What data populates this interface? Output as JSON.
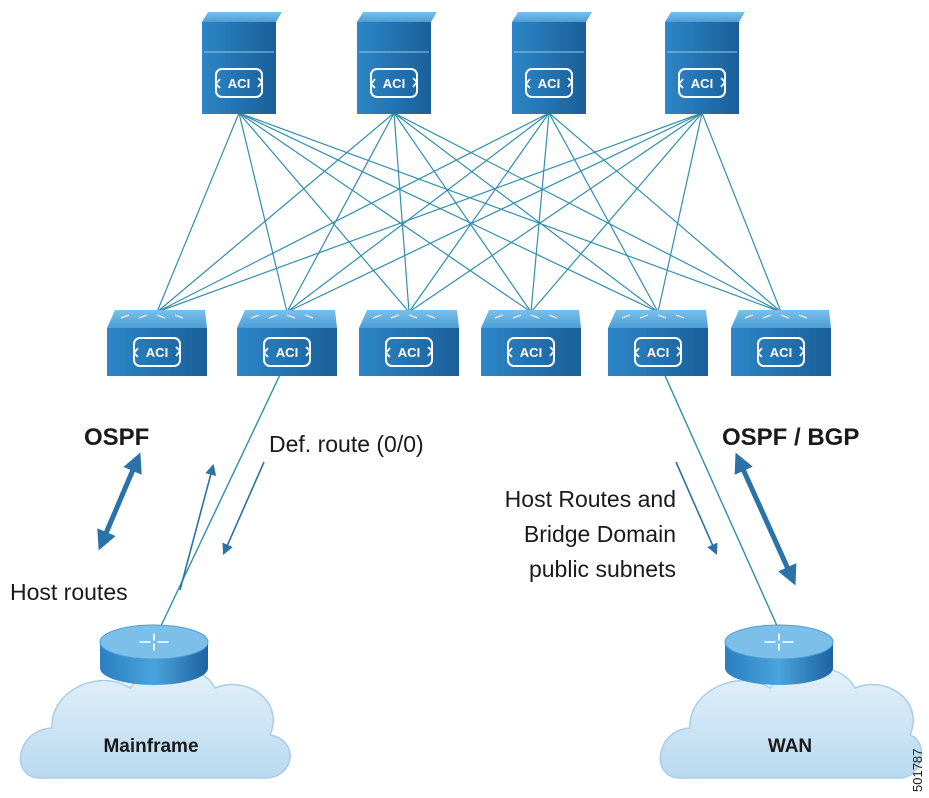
{
  "spines": [
    {
      "logo": "ACI"
    },
    {
      "logo": "ACI"
    },
    {
      "logo": "ACI"
    },
    {
      "logo": "ACI"
    }
  ],
  "leaves": [
    {
      "logo": "ACI"
    },
    {
      "logo": "ACI"
    },
    {
      "logo": "ACI"
    },
    {
      "logo": "ACI"
    },
    {
      "logo": "ACI"
    },
    {
      "logo": "ACI"
    }
  ],
  "left": {
    "protocol": "OSPF",
    "default_route": "Def. route (0/0)",
    "host_routes": "Host routes",
    "cloud_label": "Mainframe"
  },
  "right": {
    "protocol": "OSPF / BGP",
    "advertised_line1": "Host Routes and",
    "advertised_line2": "Bridge Domain",
    "advertised_line3": "public subnets",
    "cloud_label": "WAN"
  },
  "figure_id": "501787",
  "colors": {
    "link": "#2e8fb0",
    "device_top": "#4fa3d6",
    "device_body": "#1f6fae",
    "arrow": "#2a72a8",
    "cloud": "#cfe5f5"
  },
  "icons": {
    "spine": "aci-spine-switch-icon",
    "leaf": "aci-leaf-switch-icon",
    "router": "router-icon",
    "cloud": "cloud-icon"
  }
}
